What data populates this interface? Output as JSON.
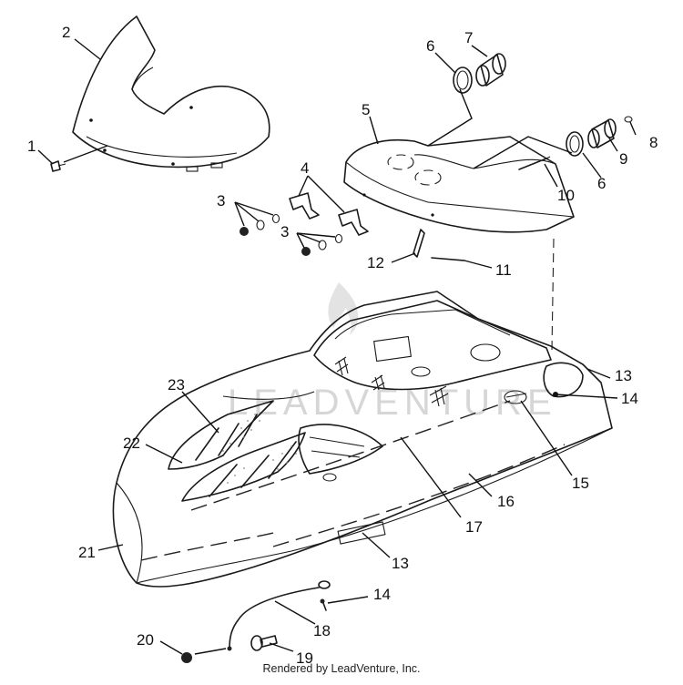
{
  "watermark": "LEADVENTURE",
  "footer": "Rendered by LeadVenture, Inc.",
  "callouts": [
    "1",
    "2",
    "3",
    "4",
    "3",
    "5",
    "6",
    "7",
    "6",
    "8",
    "9",
    "10",
    "11",
    "12",
    "13",
    "14",
    "15",
    "16",
    "17",
    "21",
    "22",
    "23",
    "13",
    "14",
    "18",
    "20",
    "19"
  ]
}
